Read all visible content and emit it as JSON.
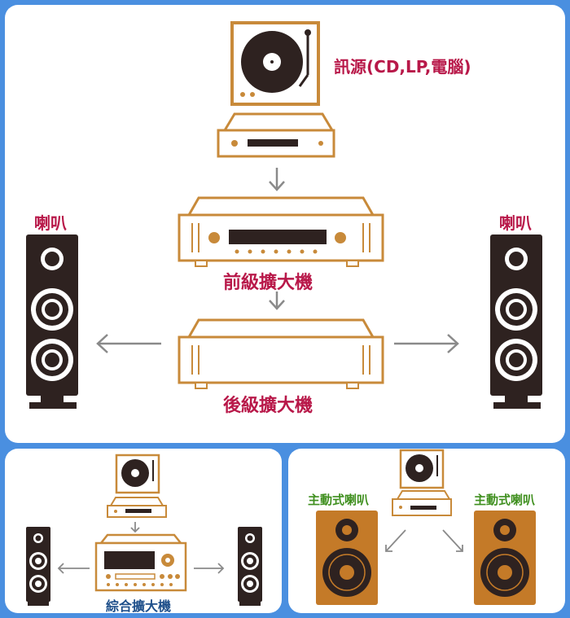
{
  "top_diagram": {
    "source_label": "訊源(CD,LP,電腦)",
    "left_speaker_label": "喇叭",
    "right_speaker_label": "喇叭",
    "preamp_label": "前級擴大機",
    "power_amp_label": "後級擴大機"
  },
  "bottom_left": {
    "integrated_amp_label": "綜合擴大機"
  },
  "bottom_right": {
    "left_speaker_label": "主動式喇叭",
    "right_speaker_label": "主動式喇叭"
  },
  "colors": {
    "background": "#4a8fe0",
    "outline_gold": "#c88a3a",
    "speaker_dark": "#2e2220",
    "active_speaker_fill": "#c47a28",
    "red_label": "#b81849",
    "blue_label": "#1e4f8a",
    "green_label": "#3f8f1e",
    "arrow_gray": "#8a8a8a"
  }
}
